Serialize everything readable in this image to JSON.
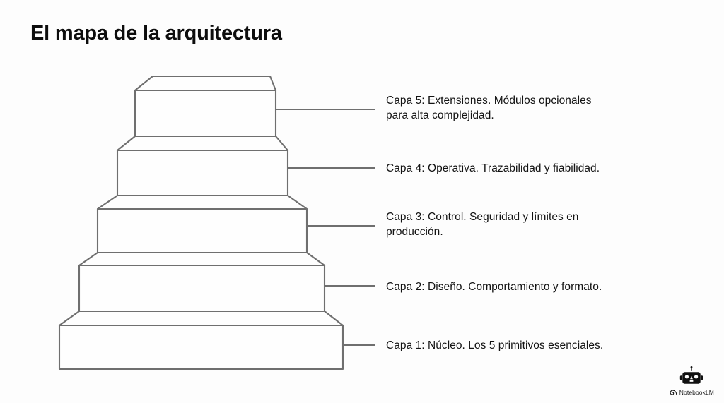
{
  "slide": {
    "title": "El mapa de la arquitectura",
    "background_color": "#fdfdfd",
    "line_color": "#6f6f6f",
    "text_color": "#131313"
  },
  "diagram": {
    "type": "layered-pyramid",
    "orientation": "bottom-is-base",
    "tier_count": 5,
    "tiers": [
      {
        "id": "capa-5",
        "level": 5,
        "label": "Capa 5: Extensiones. Módulos opcionales para alta complejidad.",
        "label_line_1": "Capa 5: Extensiones. Módulos opcionales",
        "label_line_2": "para alta complejidad."
      },
      {
        "id": "capa-4",
        "level": 4,
        "label": "Capa 4: Operativa. Trazabilidad y fiabilidad.",
        "label_line_1": "Capa 4: Operativa. Trazabilidad y fiabilidad.",
        "label_line_2": ""
      },
      {
        "id": "capa-3",
        "level": 3,
        "label": "Capa 3: Control. Seguridad y límites en producción.",
        "label_line_1": "Capa 3: Control. Seguridad y límites en",
        "label_line_2": "producción."
      },
      {
        "id": "capa-2",
        "level": 2,
        "label": "Capa 2: Diseño. Comportamiento y formato.",
        "label_line_1": "Capa 2: Diseño. Comportamiento y formato.",
        "label_line_2": ""
      },
      {
        "id": "capa-1",
        "level": 1,
        "label": "Capa 1: Núcleo. Los 5 primitivos esenciales.",
        "label_line_1": "Capa 1: Núcleo. Los 5 primitivos esenciales.",
        "label_line_2": ""
      }
    ]
  },
  "brand": {
    "name": "NotebookLM",
    "icon": "robot-head-icon",
    "mark": "spiral-mark-icon"
  }
}
